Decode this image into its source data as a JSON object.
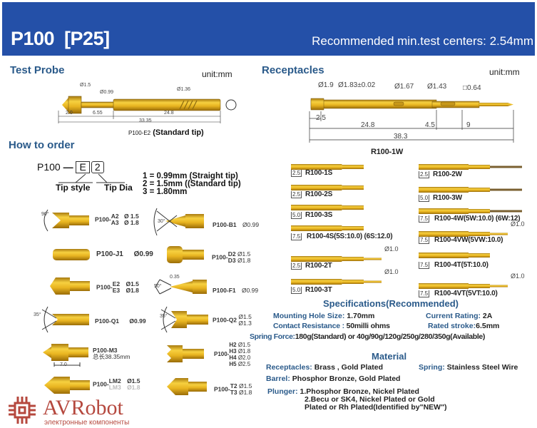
{
  "header": {
    "title": "P100  [P25]",
    "subtitle": "Recommended min.test centers: 2.54mm",
    "color": "#2450a8"
  },
  "test_probe": {
    "heading": "Test Probe",
    "unit": "unit:mm",
    "dims": {
      "tip_dia": "Ø1.5",
      "plunger_dia": "Ø0.99",
      "barrel_dia": "Ø1.36",
      "tip_len": "2.0",
      "plunger_len": "6.55",
      "barrel_len": "24.8",
      "total_len": "33.35"
    },
    "caption_code": "P100-E2",
    "caption": "(Standard tip)"
  },
  "how_to_order": {
    "heading": "How to order",
    "prefix": "P100",
    "style_box": "E",
    "dia_box": "2",
    "tip_style": "Tip style",
    "tip_dia": "Tip Dia",
    "options": [
      "1 = 0.99mm (Straight tip)",
      "2 = 1.5mm ((Standard tip)",
      "3 = 1.80mm"
    ]
  },
  "tips": [
    {
      "prefix": "P100-",
      "codes": [
        "A2",
        "A3"
      ],
      "dias": [
        "Ø 1.5",
        "Ø 1.8"
      ],
      "angle": "90°"
    },
    {
      "prefix": "P100-",
      "codes": [
        "B1"
      ],
      "dias": [
        "Ø0.99"
      ],
      "angle": "30°"
    },
    {
      "prefix": "P100-",
      "codes": [
        "J1"
      ],
      "dias": [
        "Ø0.99"
      ]
    },
    {
      "prefix": "P100-",
      "codes": [
        "D2",
        "D3"
      ],
      "dias": [
        "Ø1.5",
        "Ø1.8"
      ]
    },
    {
      "prefix": "P100-",
      "codes": [
        "E2",
        "E3"
      ],
      "dias": [
        "Ø1.5",
        "Ø1.8"
      ]
    },
    {
      "prefix": "P100-",
      "codes": [
        "F1"
      ],
      "dias": [
        "Ø0.99"
      ],
      "angle": "50°",
      "note": "0.35"
    },
    {
      "prefix": "P100-",
      "codes": [
        "Q1"
      ],
      "dias": [
        "Ø0.99"
      ],
      "angle": "35°"
    },
    {
      "prefix": "P100-",
      "codes": [
        "Q2"
      ],
      "dias": [
        "Ø1.5",
        "Ø1.3"
      ],
      "angle": "35°"
    },
    {
      "prefix": "P100-",
      "codes": [
        "M3"
      ],
      "note": "总长38.35mm",
      "len": "7.0"
    },
    {
      "prefix": "P100-",
      "codes": [
        "H2",
        "H3",
        "H4",
        "H5"
      ],
      "dias": [
        "Ø1.5",
        "Ø1.8",
        "Ø2.0",
        "Ø2.5"
      ]
    },
    {
      "prefix": "P100-",
      "codes": [
        "LM2",
        "LM3"
      ],
      "dias": [
        "Ø1.5",
        "Ø1.8"
      ]
    },
    {
      "prefix": "P100-",
      "codes": [
        "T2",
        "T3"
      ],
      "dias": [
        "Ø1.5",
        "Ø1.8"
      ]
    }
  ],
  "receptacles": {
    "heading": "Receptacles",
    "unit": "unit:mm",
    "main_label": "R100-1W",
    "dims": {
      "d1": "Ø1.9",
      "d2": "Ø1.83±0.02",
      "d3": "Ø1.67",
      "d4": "Ø1.43",
      "d5": "□0.64",
      "l1": "2.5",
      "l2": "24.8",
      "l3": "4.5",
      "l4": "9",
      "total": "38.3"
    },
    "left": [
      {
        "label": "R100-1S",
        "dim": "2.5"
      },
      {
        "label": "R100-2S",
        "dim": "2.5"
      },
      {
        "label": "R100-3S",
        "dim": "5.0"
      },
      {
        "label": "R100-4S(5S:10.0) (6S:12.0)",
        "dim": "7.5"
      },
      {
        "label": "R100-2T",
        "dim": "2.5",
        "tip": "Ø1.0"
      },
      {
        "label": "R100-3T",
        "dim": "5.0",
        "tip": "Ø1.0"
      }
    ],
    "right": [
      {
        "label": "R100-2W",
        "dim": "2.5"
      },
      {
        "label": "R100-3W",
        "dim": "5.0"
      },
      {
        "label": "R100-4W(5W:10.0) (6W:12)",
        "dim": "7.5"
      },
      {
        "label": "R100-4VW(5VW:10.0)",
        "dim": "7.5",
        "tip": "Ø1.0"
      },
      {
        "label": "R100-4T(5T:10.0)",
        "dim": "7.5"
      },
      {
        "label": "R100-4VT(5VT:10.0)",
        "dim": "7.5",
        "tip": "Ø1.0"
      }
    ]
  },
  "specs": {
    "heading": "Specifications(Recommended)",
    "mounting_k": "Mounting Hole Size:",
    "mounting_v": "1.70mm",
    "current_k": "Current Rating:",
    "current_v": "2A",
    "contact_k": "Contact Resistance :",
    "contact_v": "50milli ohms",
    "stroke_k": "Rated stroke:",
    "stroke_v": "6.5mm",
    "spring_k": "Spring Force:",
    "spring_v": "180g(Standard) or 40g/90g/120g/250g/280/350g(Available)"
  },
  "material": {
    "heading": "Material",
    "rec_k": "Receptacles:",
    "rec_v": "Brass , Gold Plated",
    "spring_k": "Spring:",
    "spring_v": "Stainless Steel Wire",
    "barrel_k": "Barrel:",
    "barrel_v": "Phosphor Bronze, Gold Plated",
    "plunger_k": "Plunger:",
    "plunger_lines": [
      "1.Phosphor Bronze, Nickel Plated",
      "2.Becu or SK4, Nickel Plated or Gold",
      "Plated or Rh Plated(Identified by\"NEW\")"
    ]
  },
  "logo": {
    "name": "AVRobot",
    "tagline": "электронные компоненты",
    "color": "#b5483e"
  }
}
